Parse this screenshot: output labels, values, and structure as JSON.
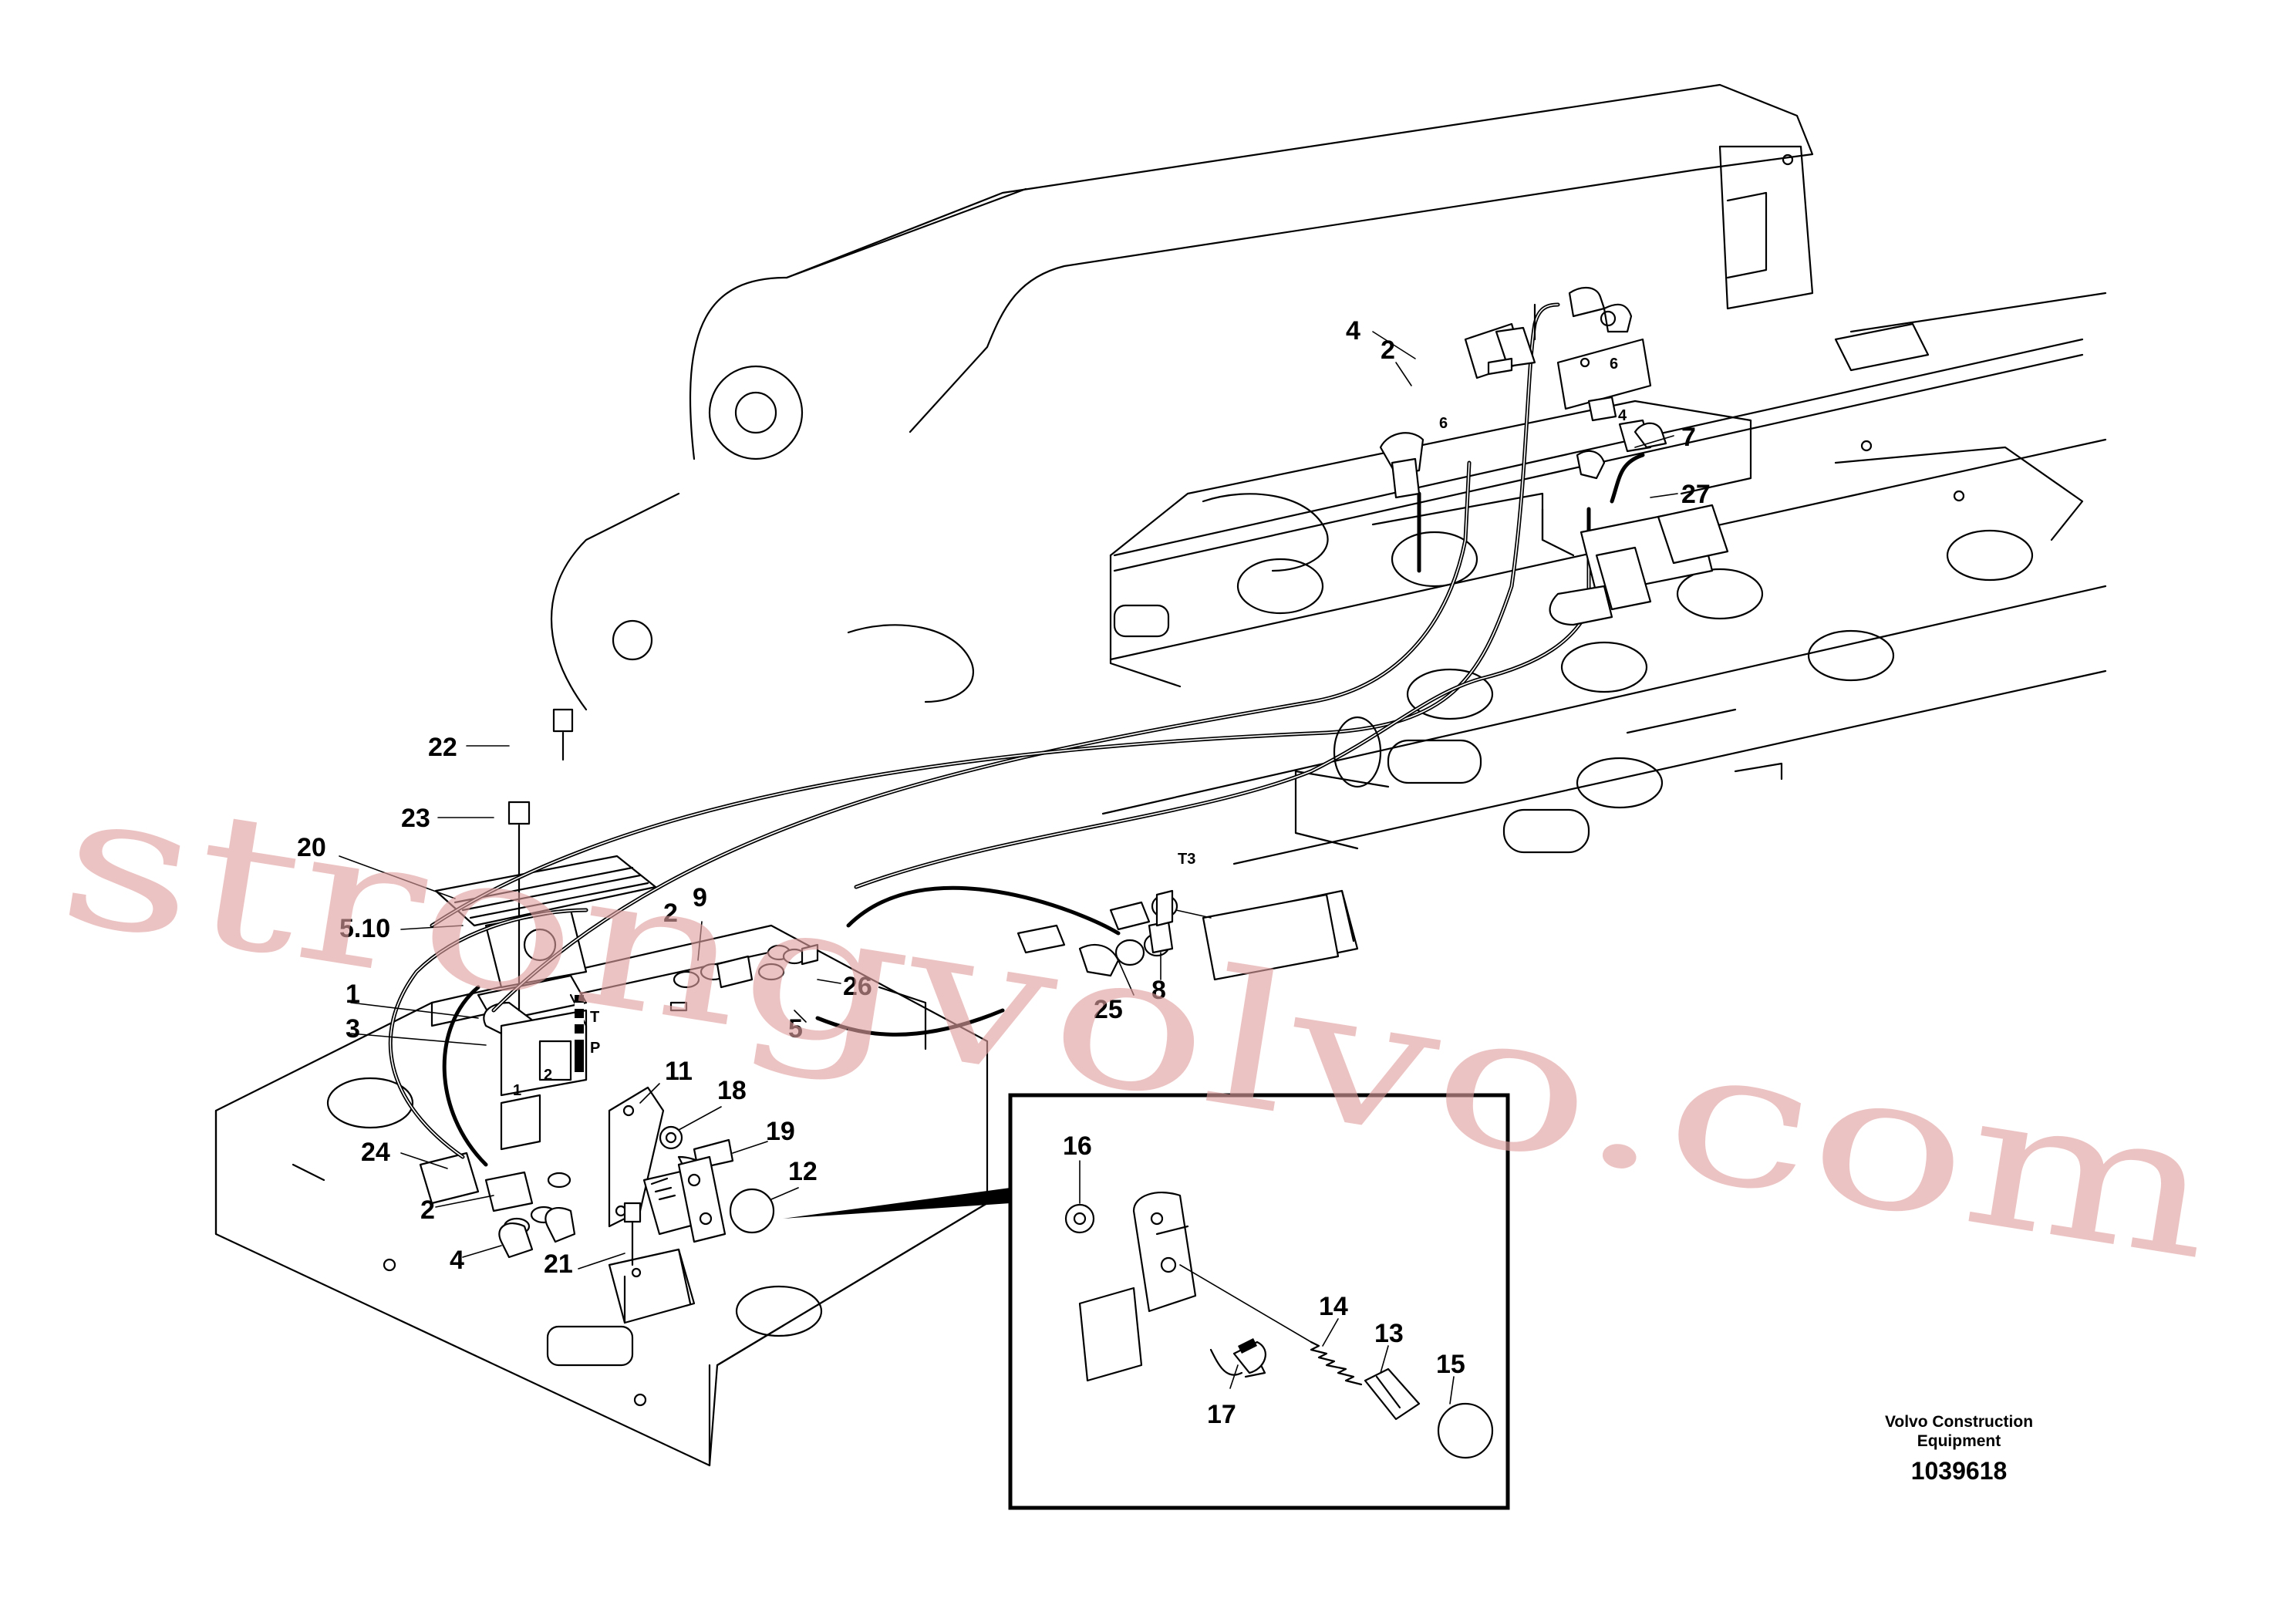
{
  "watermark": "strongvolvo.com",
  "diagram": {
    "callouts": [
      "22",
      "23",
      "20",
      "5.10",
      "1",
      "3",
      "24",
      "2",
      "4",
      "21",
      "11",
      "18",
      "19",
      "12",
      "9",
      "2",
      "5",
      "26",
      "25",
      "8",
      "4",
      "2",
      "7",
      "27"
    ],
    "port_labels": [
      "T",
      "P",
      "2",
      "1",
      "T3",
      "6",
      "6",
      "4"
    ]
  },
  "inset": {
    "callouts": [
      "16",
      "14",
      "13",
      "15",
      "17"
    ]
  },
  "footer": {
    "company_line1": "Volvo Construction",
    "company_line2": "Equipment",
    "drawing_number": "1039618"
  }
}
